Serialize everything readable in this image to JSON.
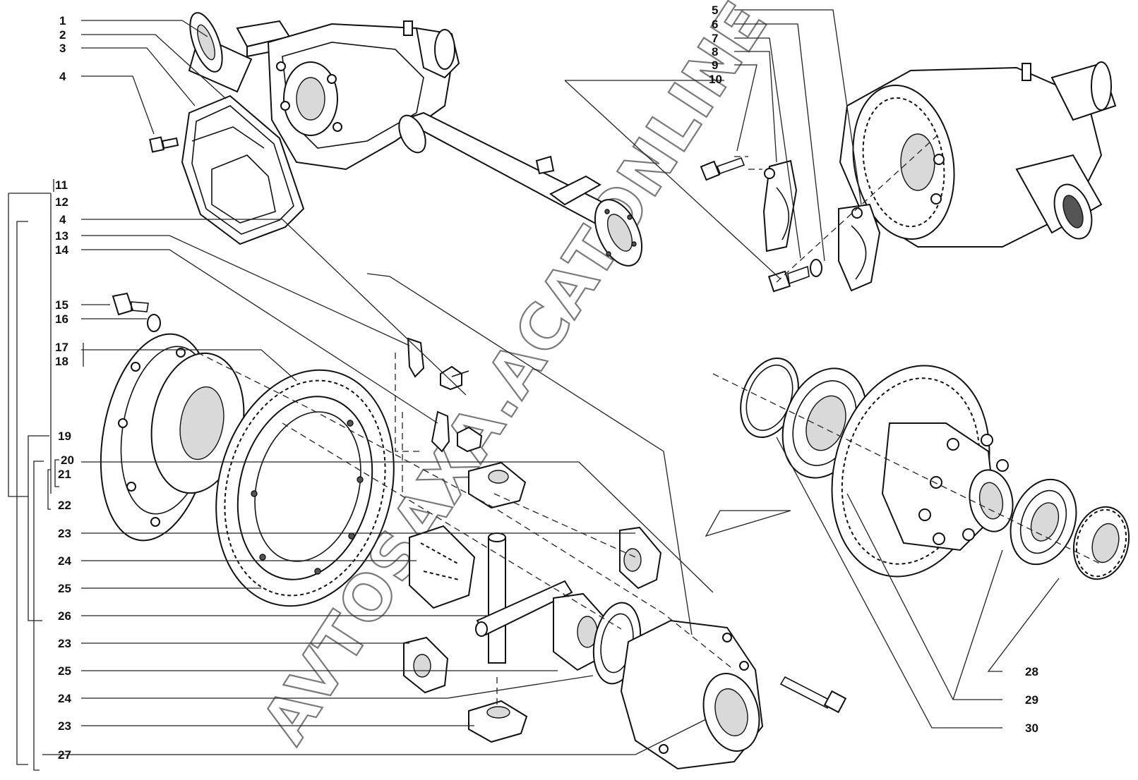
{
  "watermark": "AVTOSAXA.ACATONLINE",
  "callouts_left": [
    {
      "id": "c1",
      "label": "1"
    },
    {
      "id": "c2",
      "label": "2"
    },
    {
      "id": "c3",
      "label": "3"
    },
    {
      "id": "c4a",
      "label": "4"
    },
    {
      "id": "c11",
      "label": "11"
    },
    {
      "id": "c12",
      "label": "12"
    },
    {
      "id": "c4b",
      "label": "4"
    },
    {
      "id": "c13",
      "label": "13"
    },
    {
      "id": "c14",
      "label": "14"
    },
    {
      "id": "c15",
      "label": "15"
    },
    {
      "id": "c16",
      "label": "16"
    },
    {
      "id": "c17",
      "label": "17"
    },
    {
      "id": "c18",
      "label": "18"
    },
    {
      "id": "c19",
      "label": "19"
    },
    {
      "id": "c20",
      "label": "20"
    },
    {
      "id": "c21",
      "label": "21"
    },
    {
      "id": "c22",
      "label": "22"
    },
    {
      "id": "c23a",
      "label": "23"
    },
    {
      "id": "c24a",
      "label": "24"
    },
    {
      "id": "c25a",
      "label": "25"
    },
    {
      "id": "c26",
      "label": "26"
    },
    {
      "id": "c23b",
      "label": "23"
    },
    {
      "id": "c25b",
      "label": "25"
    },
    {
      "id": "c24b",
      "label": "24"
    },
    {
      "id": "c23c",
      "label": "23"
    },
    {
      "id": "c27",
      "label": "27"
    }
  ],
  "callouts_top_right": [
    {
      "id": "c5",
      "label": "5"
    },
    {
      "id": "c6",
      "label": "6"
    },
    {
      "id": "c7",
      "label": "7"
    },
    {
      "id": "c8",
      "label": "8"
    },
    {
      "id": "c9",
      "label": "9"
    },
    {
      "id": "c10",
      "label": "10"
    }
  ],
  "callouts_bottom_right": [
    {
      "id": "c28",
      "label": "28"
    },
    {
      "id": "c29",
      "label": "29"
    },
    {
      "id": "c30",
      "label": "30"
    }
  ]
}
